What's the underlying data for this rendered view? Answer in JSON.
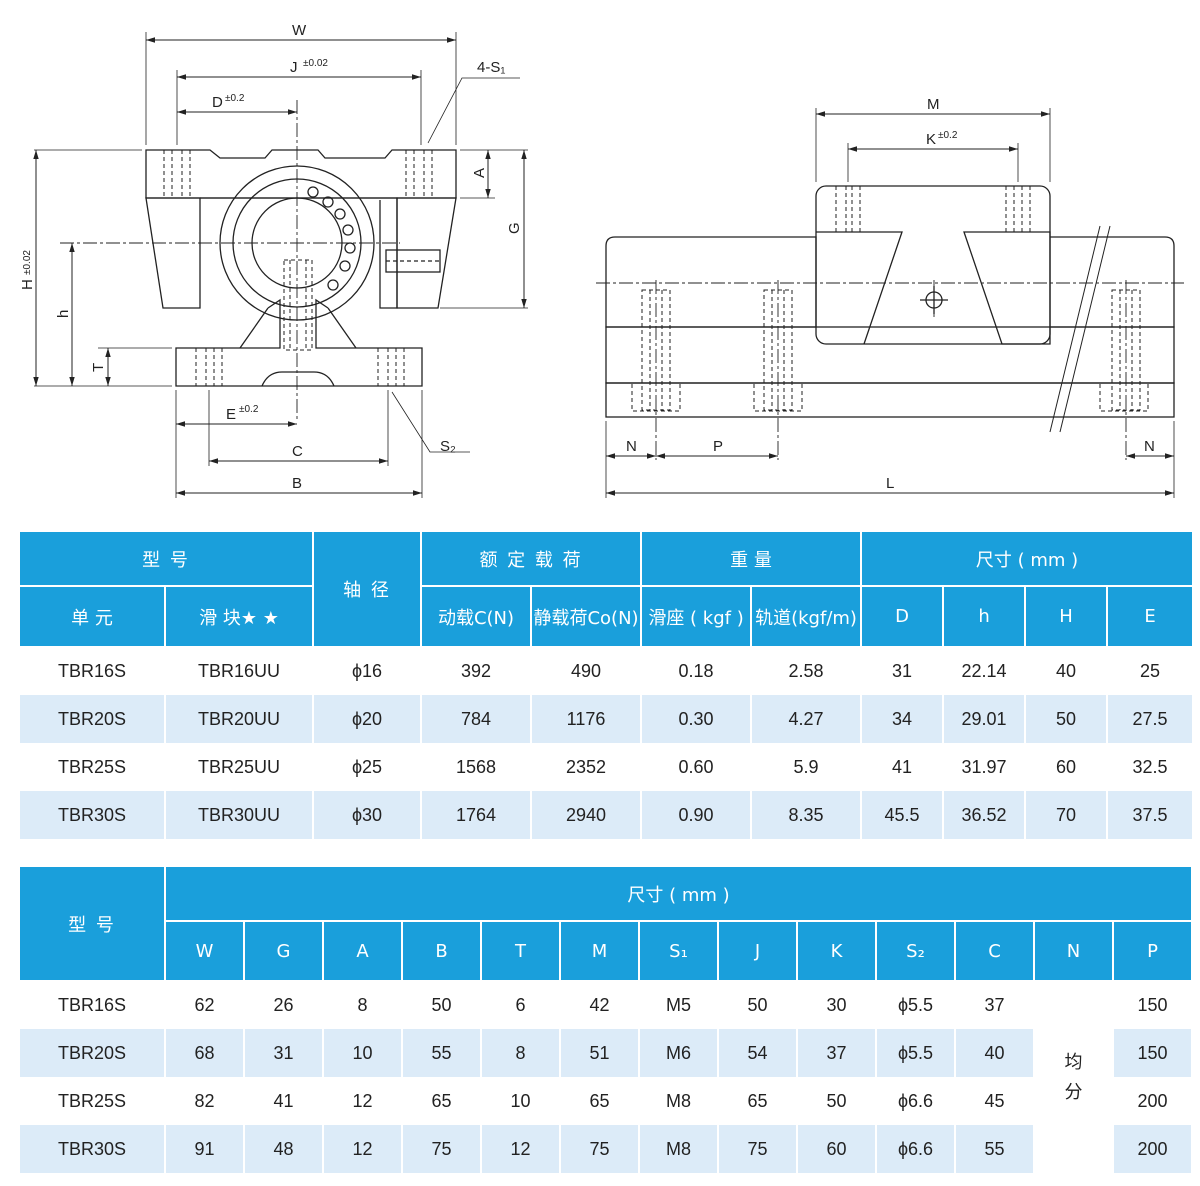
{
  "drawing_labels": {
    "W": "W",
    "J": "J",
    "J_tol": "±0.02",
    "D": "D",
    "D_tol": "±0.2",
    "S1": "4-S₁",
    "A": "A",
    "G": "G",
    "H": "H",
    "H_tol": "±0.02",
    "h": "h",
    "T": "T",
    "E": "E",
    "E_tol": "±0.2",
    "C": "C",
    "B": "B",
    "S2": "S₂",
    "M": "M",
    "K": "K",
    "K_tol": "±0.2",
    "N_left": "N",
    "P": "P",
    "N_right": "N",
    "L": "L"
  },
  "table1": {
    "header_model": "型  号",
    "header_shaft": "轴 径",
    "header_load": "额 定 载 荷",
    "header_weight": "重    量",
    "header_dim": "尺寸 ( mm )",
    "sub_unit": "单  元",
    "sub_block": "滑  块★ ★",
    "sub_dynamic": "动载C(N)",
    "sub_static": "静载荷Co(N)",
    "sub_seat": "滑座 ( kgf )",
    "sub_rail": "轨道(kgf/m)",
    "sub_D": "D",
    "sub_h": "h",
    "sub_H": "H",
    "sub_E": "E",
    "rows": [
      [
        "TBR16S",
        "TBR16UU",
        "ϕ16",
        "392",
        "490",
        "0.18",
        "2.58",
        "31",
        "22.14",
        "40",
        "25"
      ],
      [
        "TBR20S",
        "TBR20UU",
        "ϕ20",
        "784",
        "1176",
        "0.30",
        "4.27",
        "34",
        "29.01",
        "50",
        "27.5"
      ],
      [
        "TBR25S",
        "TBR25UU",
        "ϕ25",
        "1568",
        "2352",
        "0.60",
        "5.9",
        "41",
        "31.97",
        "60",
        "32.5"
      ],
      [
        "TBR30S",
        "TBR30UU",
        "ϕ30",
        "1764",
        "2940",
        "0.90",
        "8.35",
        "45.5",
        "36.52",
        "70",
        "37.5"
      ]
    ]
  },
  "table2": {
    "header_model": "型  号",
    "header_dim": "尺寸 ( mm )",
    "cols": [
      "W",
      "G",
      "A",
      "B",
      "T",
      "M",
      "S₁",
      "J",
      "K",
      "S₂",
      "C",
      "N",
      "P"
    ],
    "n_merged": "均\n分",
    "rows": [
      [
        "TBR16S",
        "62",
        "26",
        "8",
        "50",
        "6",
        "42",
        "M5",
        "50",
        "30",
        "ϕ5.5",
        "37",
        "150"
      ],
      [
        "TBR20S",
        "68",
        "31",
        "10",
        "55",
        "8",
        "51",
        "M6",
        "54",
        "37",
        "ϕ5.5",
        "40",
        "150"
      ],
      [
        "TBR25S",
        "82",
        "41",
        "12",
        "65",
        "10",
        "65",
        "M8",
        "65",
        "50",
        "ϕ6.6",
        "45",
        "200"
      ],
      [
        "TBR30S",
        "91",
        "48",
        "12",
        "75",
        "12",
        "75",
        "M8",
        "75",
        "60",
        "ϕ6.6",
        "55",
        "200"
      ]
    ]
  }
}
